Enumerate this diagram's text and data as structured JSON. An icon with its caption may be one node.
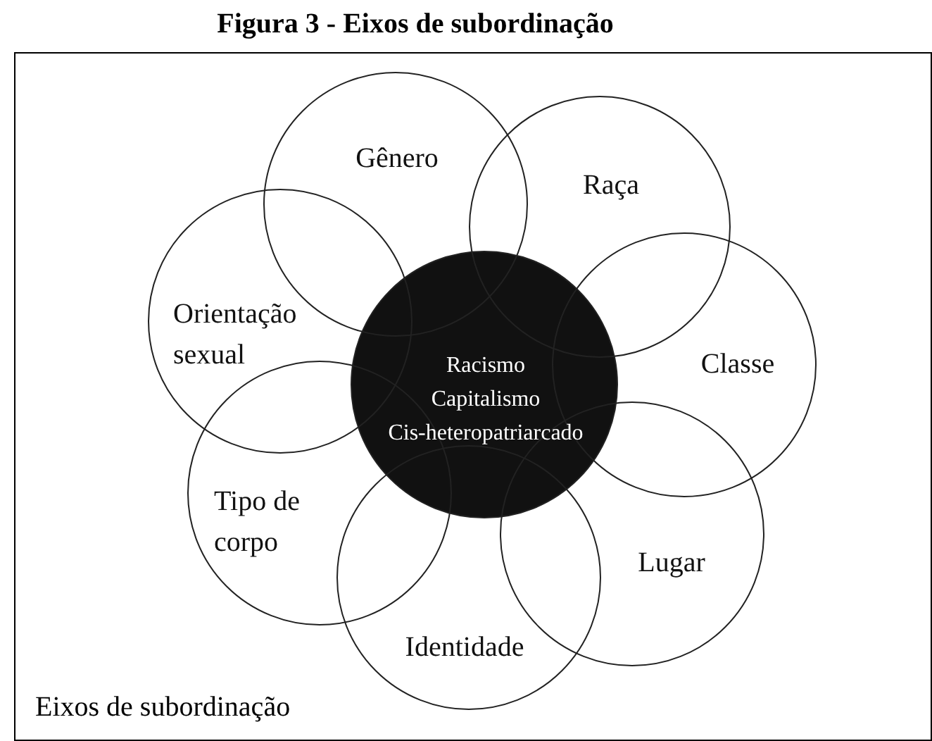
{
  "diagram": {
    "title": "Figura 3 - Eixos de subordinação",
    "nodes": [
      {
        "text": [
          "Gênero"
        ]
      },
      {
        "text": [
          "Raça"
        ]
      },
      {
        "text": [
          "Orientação sexual"
        ]
      },
      {
        "text": [
          "Racismo",
          "Capitalismo",
          "Cis-heteropatriarcado"
        ]
      },
      {
        "text": [
          "Classe"
        ]
      },
      {
        "text": [
          "Tipo de corpo"
        ]
      },
      {
        "text": [
          "Lugar"
        ]
      },
      {
        "text": [
          "Identidade"
        ]
      }
    ],
    "labels": [
      "Eixos de subordinação"
    ]
  }
}
